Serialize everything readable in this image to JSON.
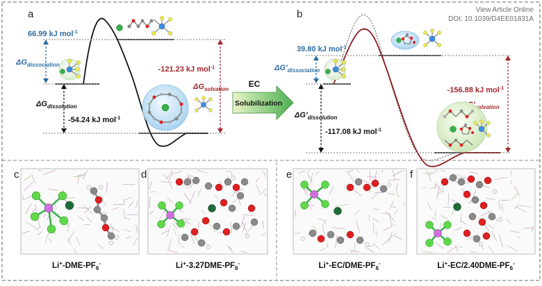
{
  "watermark": {
    "line1": "View Article Online",
    "line2": "DOI: 10.1039/D4EE01831A"
  },
  "panel_a": {
    "letter": "a",
    "dissociation_value": "66.99 kJ mol",
    "dissociation_unit_sup": "-1",
    "dissociation_label": "ΔG",
    "dissociation_sub": "dissociation",
    "solvation_value": "-121.23 kJ mol",
    "solvation_unit_sup": "-1",
    "solvation_label": "ΔG",
    "solvation_sub": "solvation",
    "dissolution_label": "ΔG",
    "dissolution_sub": "dissolution",
    "dissolution_value": "-54.24 kJ mol",
    "dissolution_unit_sup": "-1"
  },
  "arrow": {
    "top_label": "EC",
    "body_label": "Solubilization"
  },
  "panel_b": {
    "letter": "b",
    "dissociation_value": "39.80 kJ mol",
    "dissociation_unit_sup": "-1",
    "dissociation_label": "ΔG′",
    "dissociation_sub": "dissociation",
    "solvation_value": "-156.88 kJ mol",
    "solvation_unit_sup": "-1",
    "solvation_label": "ΔG′",
    "solvation_sub": "solvation",
    "dissolution_label": "ΔG′",
    "dissolution_sub": "dissolution",
    "dissolution_value": "-117.08 kJ mol",
    "dissolution_unit_sup": "-1"
  },
  "snapshots": [
    {
      "letter": "c",
      "caption_pre": "Li",
      "caption_sup": "+",
      "caption_mid": "-DME-PF",
      "caption_sub": "6",
      "caption_sup2": "-"
    },
    {
      "letter": "d",
      "caption_pre": "Li",
      "caption_sup": "+",
      "caption_mid": "-3.27DME-PF",
      "caption_sub": "6",
      "caption_sup2": "-"
    },
    {
      "letter": "e",
      "caption_pre": "Li",
      "caption_sup": "+",
      "caption_mid": "-EC/DME-PF",
      "caption_sub": "6",
      "caption_sup2": "-"
    },
    {
      "letter": "f",
      "caption_pre": "Li",
      "caption_sup": "+",
      "caption_mid": "-EC/2.40DME-PF",
      "caption_sub": "6",
      "caption_sup2": "-"
    }
  ],
  "colors": {
    "blue": "#2e6da4",
    "red": "#a0262b",
    "arrow_green": "#5cb85c",
    "curve_b": "#8b1a1a",
    "sphere_blue": "#bfe0f5",
    "sphere_green": "#dff0d2"
  }
}
